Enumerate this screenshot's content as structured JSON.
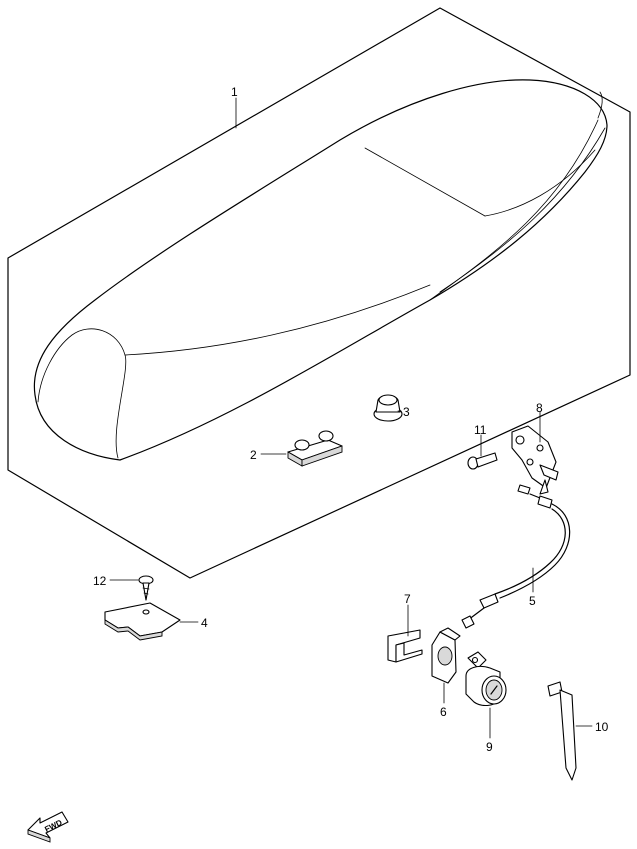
{
  "callouts": [
    {
      "id": "c1",
      "label": "1"
    },
    {
      "id": "c2",
      "label": "2"
    },
    {
      "id": "c3",
      "label": "3"
    },
    {
      "id": "c4",
      "label": "4"
    },
    {
      "id": "c5",
      "label": "5"
    },
    {
      "id": "c6",
      "label": "6"
    },
    {
      "id": "c7",
      "label": "7"
    },
    {
      "id": "c8",
      "label": "8"
    },
    {
      "id": "c9",
      "label": "9"
    },
    {
      "id": "c10",
      "label": "10"
    },
    {
      "id": "c11",
      "label": "11"
    },
    {
      "id": "c12",
      "label": "12"
    }
  ],
  "direction_marker": {
    "label": "FWD",
    "icon": "forward-arrow-icon"
  }
}
